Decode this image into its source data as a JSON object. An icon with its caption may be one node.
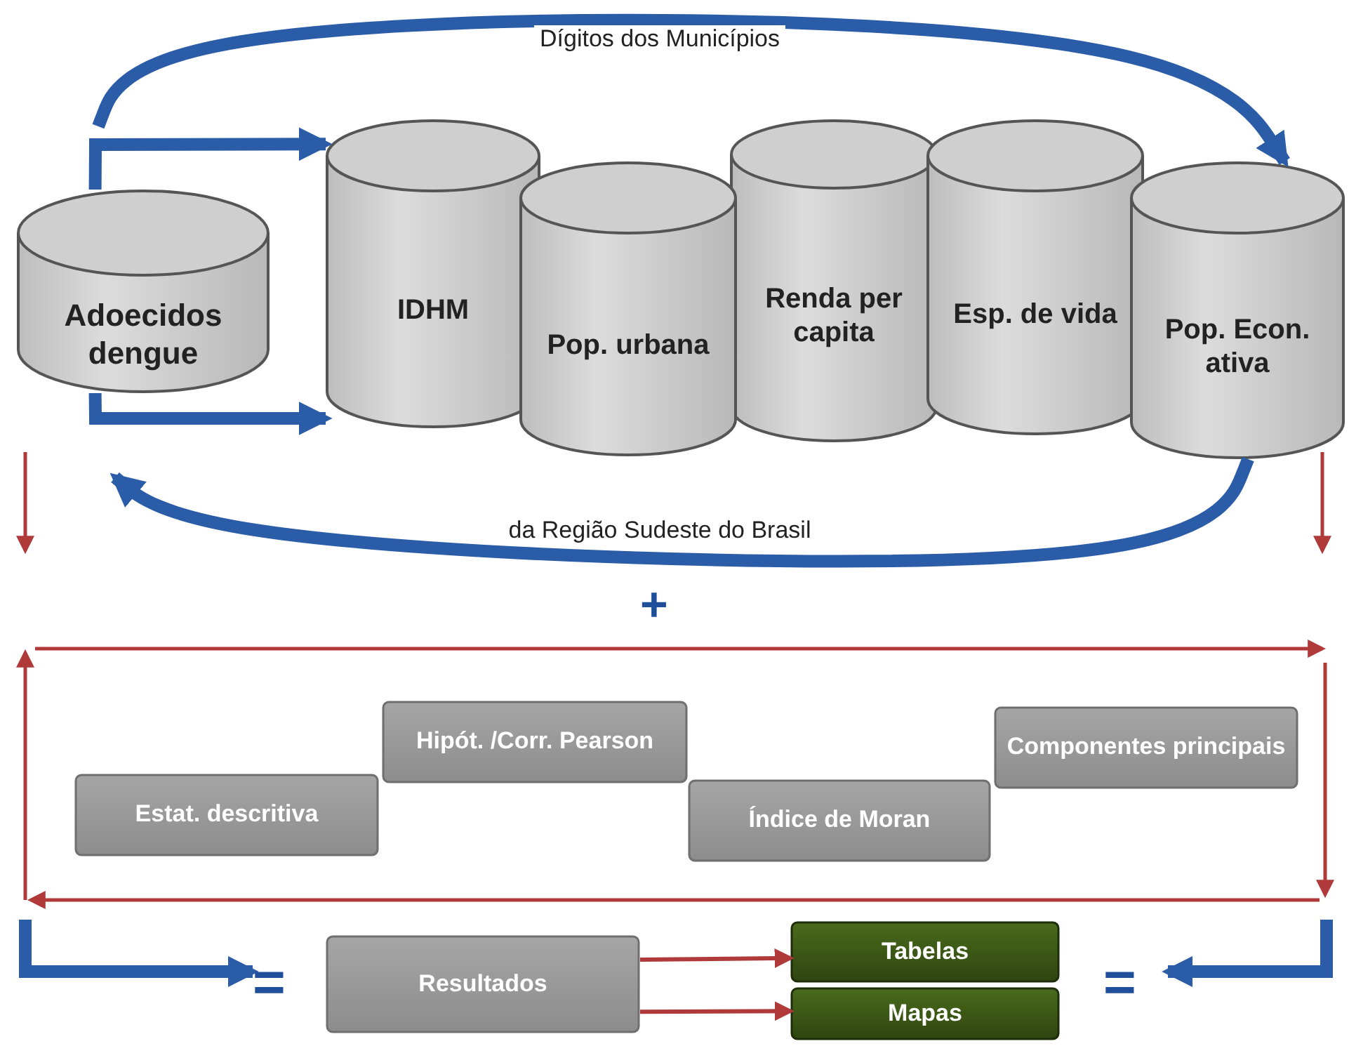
{
  "diagram": {
    "nodes": [
      {
        "text": [
          "Adoecidos dengue"
        ]
      },
      {
        "text": [
          "IDHM"
        ]
      },
      {
        "text": [
          "Pop. urbana"
        ]
      },
      {
        "text": [
          "Renda per capita"
        ]
      },
      {
        "text": [
          "Esp. de vida"
        ]
      },
      {
        "text": [
          "Pop. Econ. ativa"
        ]
      },
      {
        "text": [
          "Estat. descritiva"
        ]
      },
      {
        "text": [
          "Hipót. /Corr. Pearson"
        ]
      },
      {
        "text": [
          "Índice de Moran"
        ]
      },
      {
        "text": [
          "Componentes principais"
        ]
      },
      {
        "text": [
          "Resultados"
        ]
      },
      {
        "text": [
          "Tabelas"
        ]
      },
      {
        "text": [
          "Mapas"
        ]
      }
    ],
    "edges": [
      {
        "from": 0,
        "to": 1,
        "arrow": "to"
      },
      {
        "from": 0,
        "to": 1,
        "arrow": "to"
      },
      {
        "from": null,
        "to": 5,
        "label": "Dígitos dos Municípios",
        "arrow": "to"
      },
      {
        "from": 5,
        "to": null,
        "label": "da Região Sudeste do Brasil",
        "arrow": "to"
      },
      {
        "from": 10,
        "to": 11,
        "arrow": "to",
        "color": "#b03a3a"
      },
      {
        "from": 10,
        "to": 12,
        "arrow": "to",
        "color": "#b03a3a"
      }
    ],
    "labels": [
      "+",
      "=",
      "="
    ]
  }
}
